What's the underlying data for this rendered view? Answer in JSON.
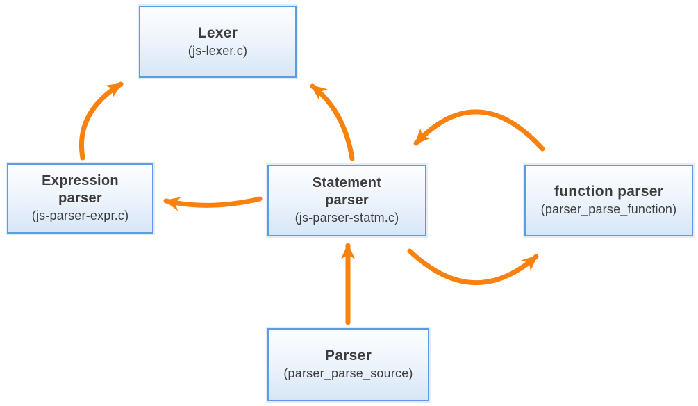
{
  "diagram": {
    "type": "flow-diagram",
    "subject": "JavaScript parser module call graph",
    "colors": {
      "arrow": "#f8820d",
      "box_border": "#5b9ce3",
      "box_fill_top": "#fdfeff",
      "box_fill_bottom": "#d7e6f7",
      "text": "#3d3d3d",
      "background": "#ffffff"
    },
    "nodes": {
      "lexer": {
        "title": "Lexer",
        "subtitle": "(js-lexer.c)"
      },
      "expression": {
        "title_line1": "Expression",
        "title_line2": "parser",
        "subtitle": "(js-parser-expr.c)"
      },
      "statement": {
        "title_line1": "Statement",
        "title_line2": "parser",
        "subtitle": "(js-parser-statm.c)"
      },
      "function": {
        "title": "function parser",
        "subtitle": "(parser_parse_function)"
      },
      "parser": {
        "title": "Parser",
        "subtitle": "(parser_parse_source)"
      }
    },
    "edges": [
      {
        "name": "expression-to-lexer",
        "from": "expression",
        "to": "lexer"
      },
      {
        "name": "statement-to-lexer",
        "from": "statement",
        "to": "lexer"
      },
      {
        "name": "statement-to-expression",
        "from": "statement",
        "to": "expression"
      },
      {
        "name": "function-to-statement",
        "from": "function",
        "to": "statement"
      },
      {
        "name": "statement-to-function",
        "from": "statement",
        "to": "function"
      },
      {
        "name": "parser-to-statement",
        "from": "parser",
        "to": "statement"
      }
    ]
  }
}
